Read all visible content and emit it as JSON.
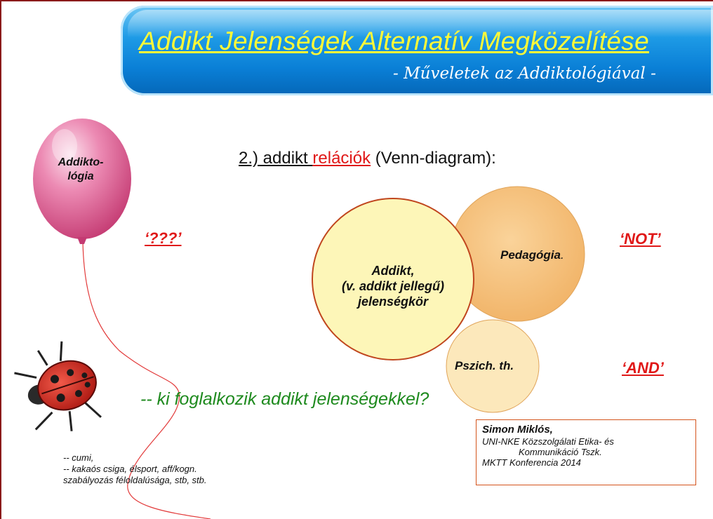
{
  "title": {
    "main": "Addikt Jelenségek Alternatív Megközelítése",
    "sub": "- Műveletek  az Addiktológiával -"
  },
  "balloon": {
    "line1": "Addikto-",
    "line2": "lógia"
  },
  "heading": {
    "prefix": "2.) addikt ",
    "highlight": "relációk",
    "suffix": " (Venn-diagram):"
  },
  "labels": {
    "question": "‘???’",
    "not": "‘NOT’",
    "and": "‘AND’"
  },
  "venn": {
    "main_line1": "Addikt,",
    "main_line2": "(v. addikt jellegű)",
    "main_line3": "jelenségkör",
    "pedagogy": "Pedagógia",
    "pedagogy_dot": ".",
    "psych": "Pszich. th."
  },
  "question_text": "-- ki foglalkozik addikt jelenségekkel?",
  "notes": {
    "line1": "-- cumi,",
    "line2": "-- kakaós csiga, élsport, aff/kogn.",
    "line3": "szabályozás féloldalúsága, stb, stb."
  },
  "credit": {
    "name": "Simon Miklós,",
    "line1": "UNI-NKE Közszolgálati Etika- és",
    "line2": "Kommunikáció Tszk.",
    "line3": "MKTT Konferencia 2014"
  },
  "colors": {
    "banner_blue": "#0a7fd6",
    "title_yellow": "#fff838",
    "label_red": "#e01818",
    "question_green": "#1e8a1e",
    "main_circle_fill": "#fdf6b8",
    "main_circle_border": "#c0461e",
    "pedagogy_fill": "#f5c07a",
    "psych_fill": "#fbe0a4",
    "balloon_pink": "#e0538f"
  }
}
